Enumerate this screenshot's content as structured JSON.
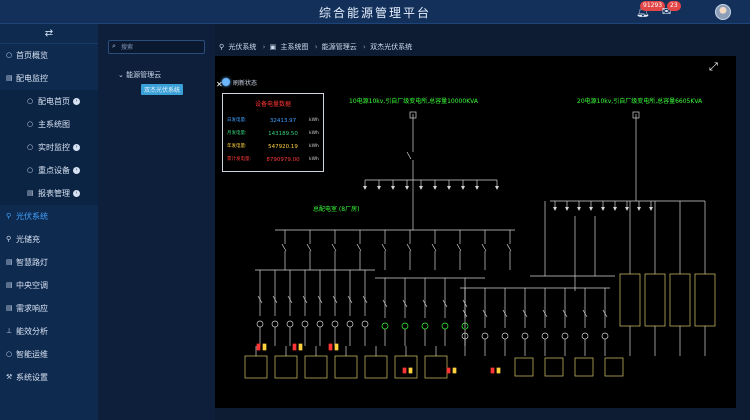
{
  "header": {
    "title": "综合能源管理平台",
    "notifications_count": "91293",
    "messages_count": "23"
  },
  "sidebar": {
    "collapse_icon": "menu-toggle-icon",
    "items": [
      {
        "label": "首页概览",
        "icon": "circle-icon"
      },
      {
        "label": "配电监控",
        "icon": "document-icon"
      },
      {
        "label": "配电首页",
        "icon": "circle-icon",
        "sub": true,
        "arrow": true
      },
      {
        "label": "主系统图",
        "icon": "circle-icon",
        "sub": true
      },
      {
        "label": "实时监控",
        "icon": "circle-icon",
        "sub": true,
        "arrow": true
      },
      {
        "label": "重点设备",
        "icon": "circle-icon",
        "sub": true,
        "arrow": true
      },
      {
        "label": "报表管理",
        "icon": "document-icon",
        "sub": true,
        "arrow": true
      },
      {
        "label": "光伏系统",
        "icon": "location-pin-icon",
        "active": true
      },
      {
        "label": "光储充",
        "icon": "location-pin-icon"
      },
      {
        "label": "智慧路灯",
        "icon": "document-icon"
      },
      {
        "label": "中央空调",
        "icon": "document-icon"
      },
      {
        "label": "需求响应",
        "icon": "document-icon"
      },
      {
        "label": "能效分析",
        "icon": "pin-icon"
      },
      {
        "label": "智能运维",
        "icon": "circle-icon"
      },
      {
        "label": "系统设置",
        "icon": "wrench-icon"
      }
    ]
  },
  "tree": {
    "search_placeholder": "搜索",
    "root_label": "能源管理云",
    "child_label": "双杰光伏系统"
  },
  "breadcrumb": [
    {
      "label": "光伏系统",
      "icon": "location-pin-icon"
    },
    {
      "label": "主系统图",
      "icon": "image-icon"
    },
    {
      "label": "能源管理云"
    },
    {
      "label": "双杰光伏系统"
    }
  ],
  "diagram": {
    "status_label": "刷新状态",
    "stats_title": "设备电量数据",
    "stats": [
      {
        "label": "日发电量:",
        "value": "32413.97",
        "unit": "kWh",
        "color": "#3fa0ff"
      },
      {
        "label": "月发电量:",
        "value": "143189.50",
        "unit": "kWh",
        "color": "#33d17a"
      },
      {
        "label": "年发电量:",
        "value": "547920.19",
        "unit": "kWh",
        "color": "#ffd23f"
      },
      {
        "label": "累计发电量:",
        "value": "8790979.00",
        "unit": "kWh",
        "color": "#ff3a3a"
      }
    ],
    "feeder_left": "10电源10kv,引自厂级变电所,总容量10000KVA",
    "feeder_right": "20电源10kv,引自厂级变电所,总容量6605KVA",
    "main_bus_label": "总配电室 (8厂房)",
    "wire_color": "#d4d4d4",
    "label_color": "#39ff39"
  }
}
